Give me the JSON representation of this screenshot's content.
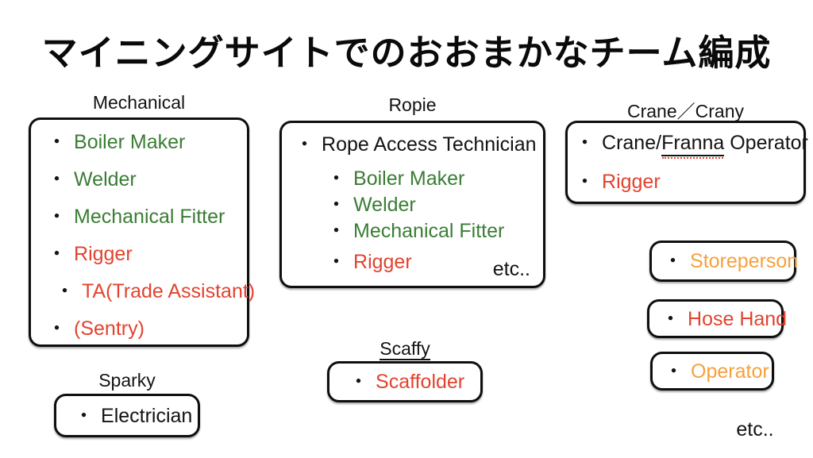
{
  "title": "マイニングサイトでのおおまかなチーム編成",
  "bullet_glyph": "・",
  "colors": {
    "green": "#3a7d34",
    "red": "#e2432f",
    "orange": "#f5a13d",
    "ink": "#131313"
  },
  "groups": {
    "mechanical": {
      "label": "Mechanical",
      "items": [
        {
          "text": "Boiler Maker",
          "color": "green"
        },
        {
          "text": "Welder",
          "color": "green"
        },
        {
          "text": "Mechanical Fitter",
          "color": "green"
        },
        {
          "text": "Rigger",
          "color": "red"
        },
        {
          "text": "TA(Trade Assistant)",
          "color": "red"
        },
        {
          "text": "(Sentry)",
          "color": "red"
        }
      ]
    },
    "ropie": {
      "label": "Ropie",
      "lead_item": {
        "text": "Rope Access Technician",
        "color": "ink"
      },
      "sub_items": [
        {
          "text": "Boiler Maker",
          "color": "green"
        },
        {
          "text": "Welder",
          "color": "green"
        },
        {
          "text": "Mechanical Fitter",
          "color": "green"
        }
      ],
      "rigger_item": {
        "text": "Rigger",
        "color": "red"
      },
      "etc_note": "etc.."
    },
    "crane": {
      "label_prefix": "Crane／",
      "label_misspelled": "Crany",
      "operator_item": {
        "prefix": "Crane/",
        "misspelled": "Franna",
        "suffix": " Operator",
        "color": "ink"
      },
      "rigger_item": {
        "text": "Rigger",
        "color": "red"
      }
    },
    "scaffy": {
      "label_misspelled": "Scaffy",
      "item": {
        "text": "Scaffolder",
        "color": "red"
      }
    },
    "sparky": {
      "label": "Sparky",
      "item": {
        "text": "Electrician",
        "color": "ink"
      }
    },
    "standalone": [
      {
        "text": "Storeperson",
        "color": "orange"
      },
      {
        "text": "Hose Hand",
        "color": "red"
      },
      {
        "text": "Operator",
        "color": "orange"
      }
    ]
  },
  "footer_etc": "etc.."
}
